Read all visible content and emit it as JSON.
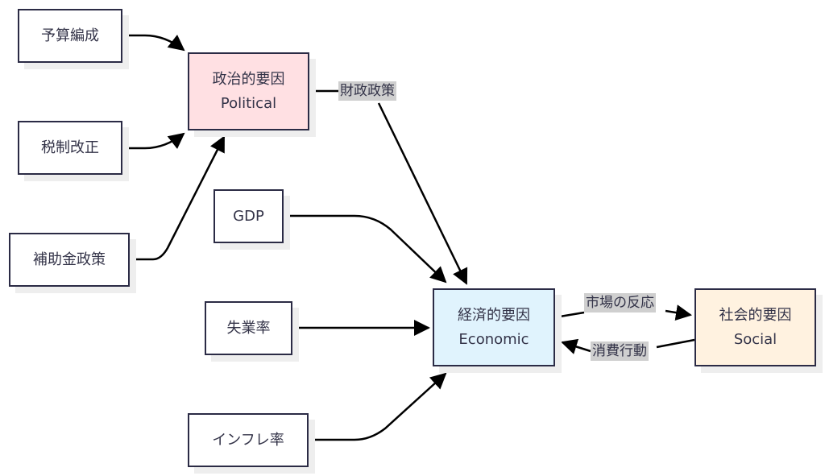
{
  "diagram": {
    "type": "flowchart",
    "nodes": {
      "budget": {
        "label": "予算編成"
      },
      "tax": {
        "label": "税制改正"
      },
      "subsidy": {
        "label": "補助金政策"
      },
      "gdp": {
        "label": "GDP"
      },
      "unemployment": {
        "label": "失業率"
      },
      "inflation": {
        "label": "インフレ率"
      },
      "political": {
        "label": "政治的要因",
        "sublabel": "Political",
        "fill": "#ffe0e3"
      },
      "economic": {
        "label": "経済的要因",
        "sublabel": "Economic",
        "fill": "#e0f3fd"
      },
      "social": {
        "label": "社会的要因",
        "sublabel": "Social",
        "fill": "#fff2e0"
      }
    },
    "edges": [
      {
        "from": "budget",
        "to": "political",
        "label": ""
      },
      {
        "from": "tax",
        "to": "political",
        "label": ""
      },
      {
        "from": "subsidy",
        "to": "political",
        "label": ""
      },
      {
        "from": "political",
        "to": "economic",
        "label": "財政政策"
      },
      {
        "from": "gdp",
        "to": "economic",
        "label": ""
      },
      {
        "from": "unemployment",
        "to": "economic",
        "label": ""
      },
      {
        "from": "inflation",
        "to": "economic",
        "label": ""
      },
      {
        "from": "economic",
        "to": "social",
        "label": "市場の反応"
      },
      {
        "from": "social",
        "to": "economic",
        "label": "消費行動"
      }
    ],
    "colors": {
      "stroke": "#2b2b45",
      "edge": "#000000",
      "edge_label_bg": "#cfcfcf"
    }
  }
}
